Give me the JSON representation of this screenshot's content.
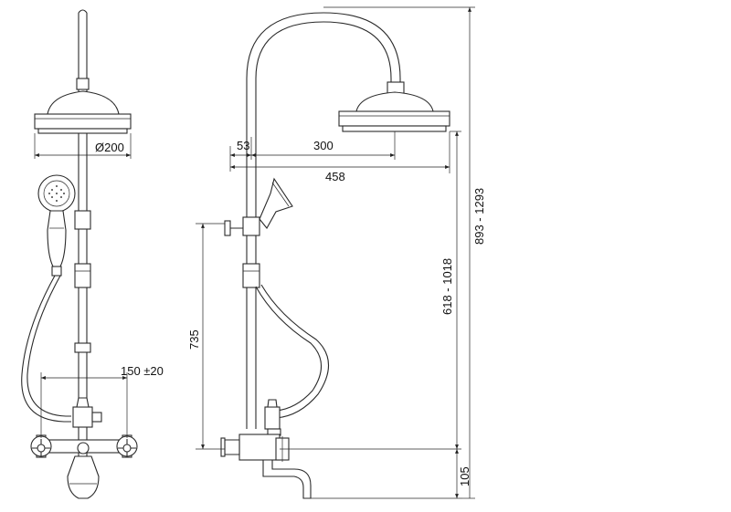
{
  "dimensions": {
    "head_diameter": "Ø200",
    "mixer_spacing": "150 ±20",
    "column_offset": "53",
    "arm_reach": "300",
    "total_reach": "458",
    "handle_height": "735",
    "head_height_range": "618 - 1018",
    "total_height_range": "893 - 1293",
    "spout_height": "105"
  }
}
